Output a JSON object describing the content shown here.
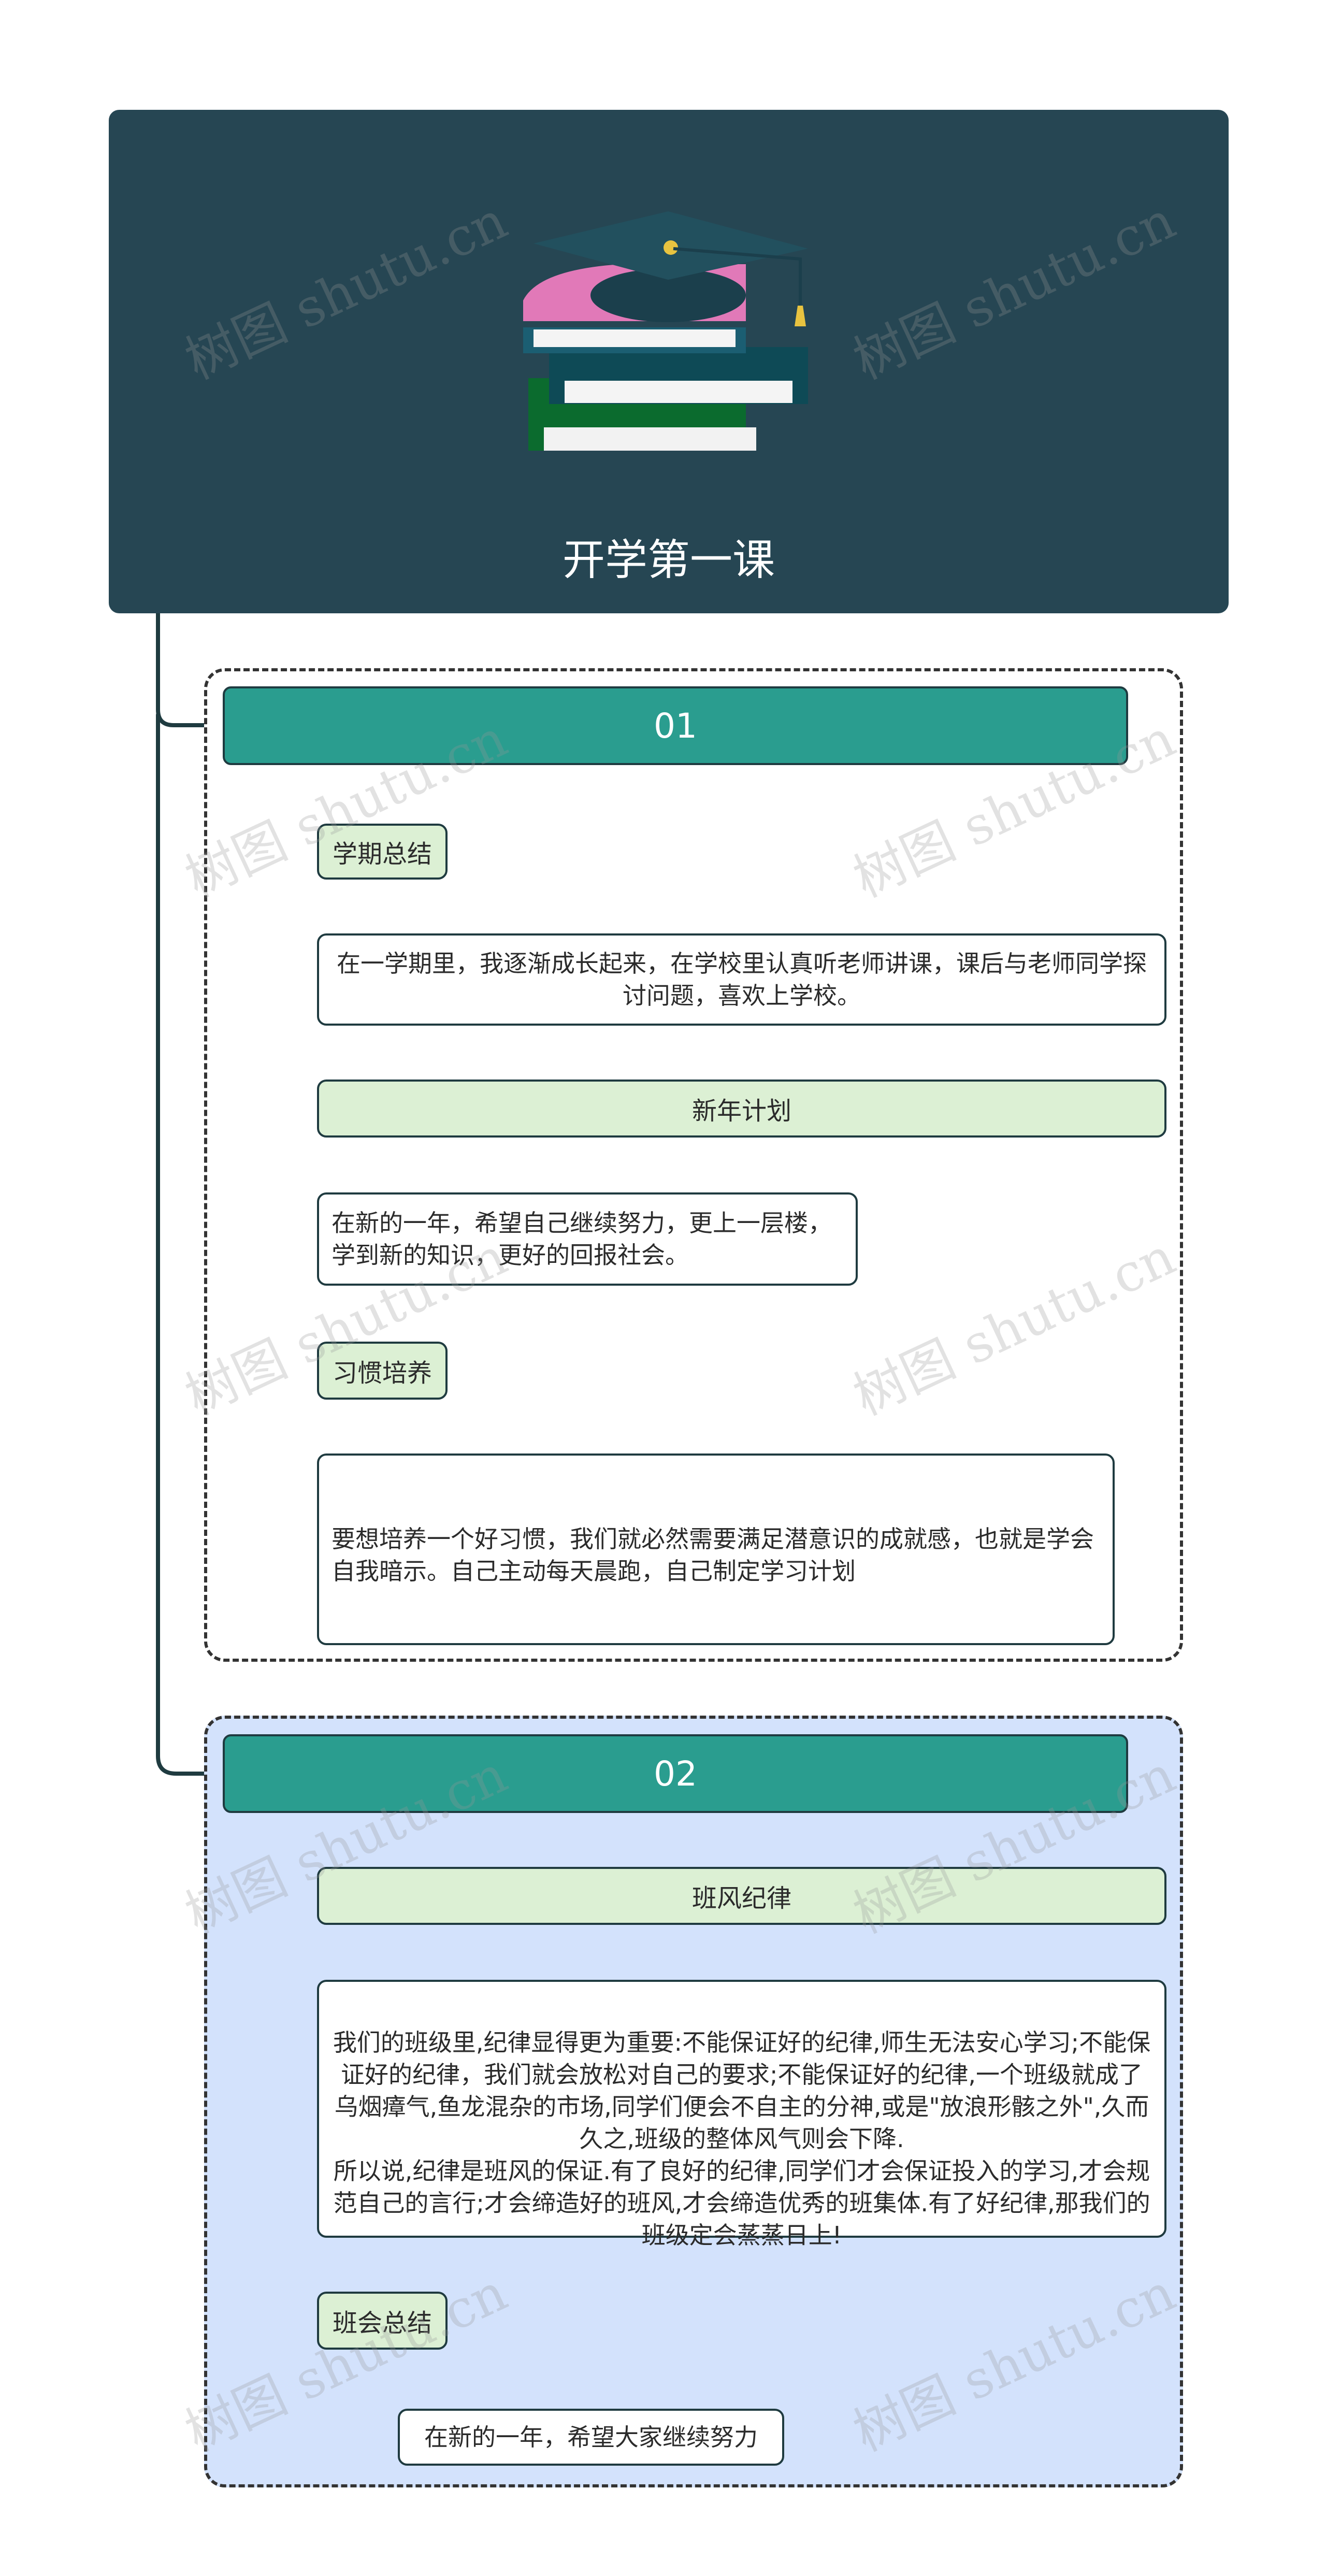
{
  "root": {
    "title": "开学第一课",
    "icon": "graduation-cap-books-icon"
  },
  "branches": [
    {
      "label": "01",
      "items": [
        {
          "label": "学期总结",
          "note": "在一学期里，我逐渐成长起来，在学校里认真听老师讲课，课后与老师同学探讨问题，喜欢上学校。"
        },
        {
          "label": "新年计划",
          "note": "在新的一年，希望自己继续努力，更上一层楼，学到新的知识，更好的回报社会。"
        },
        {
          "label": "习惯培养",
          "note": "要想培养一个好习惯，我们就必然需要满足潜意识的成就感，也就是学会自我暗示。自己主动每天晨跑，自己制定学习计划"
        }
      ]
    },
    {
      "label": "02",
      "items": [
        {
          "label": "班风纪律",
          "note": "我们的班级里,纪律显得更为重要:不能保证好的纪律,师生无法安心学习;不能保证好的纪律，我们就会放松对自己的要求;不能保证好的纪律,一个班级就成了乌烟瘴气,鱼龙混杂的市场,同学们便会不自主的分神,或是\"放浪形骸之外\",久而久之,班级的整体风气则会下降.\n所以说,纪律是班风的保证.有了良好的纪律,同学们才会保证投入的学习,才会规范自己的言行;才会缔造好的班风,才会缔造优秀的班集体.有了好纪律,那我们的班级定会蒸蒸日上!"
        },
        {
          "label": "班会总结",
          "note": "在新的一年，希望大家继续努力"
        }
      ]
    }
  ],
  "watermark": "树图 shutu.cn",
  "colors": {
    "root_bg": "#264653",
    "branch_bg": "#2a9d8f",
    "tag_bg": "#dcf0d4",
    "group2_bg": "#d3e2fc",
    "line": "#1f3b40"
  }
}
